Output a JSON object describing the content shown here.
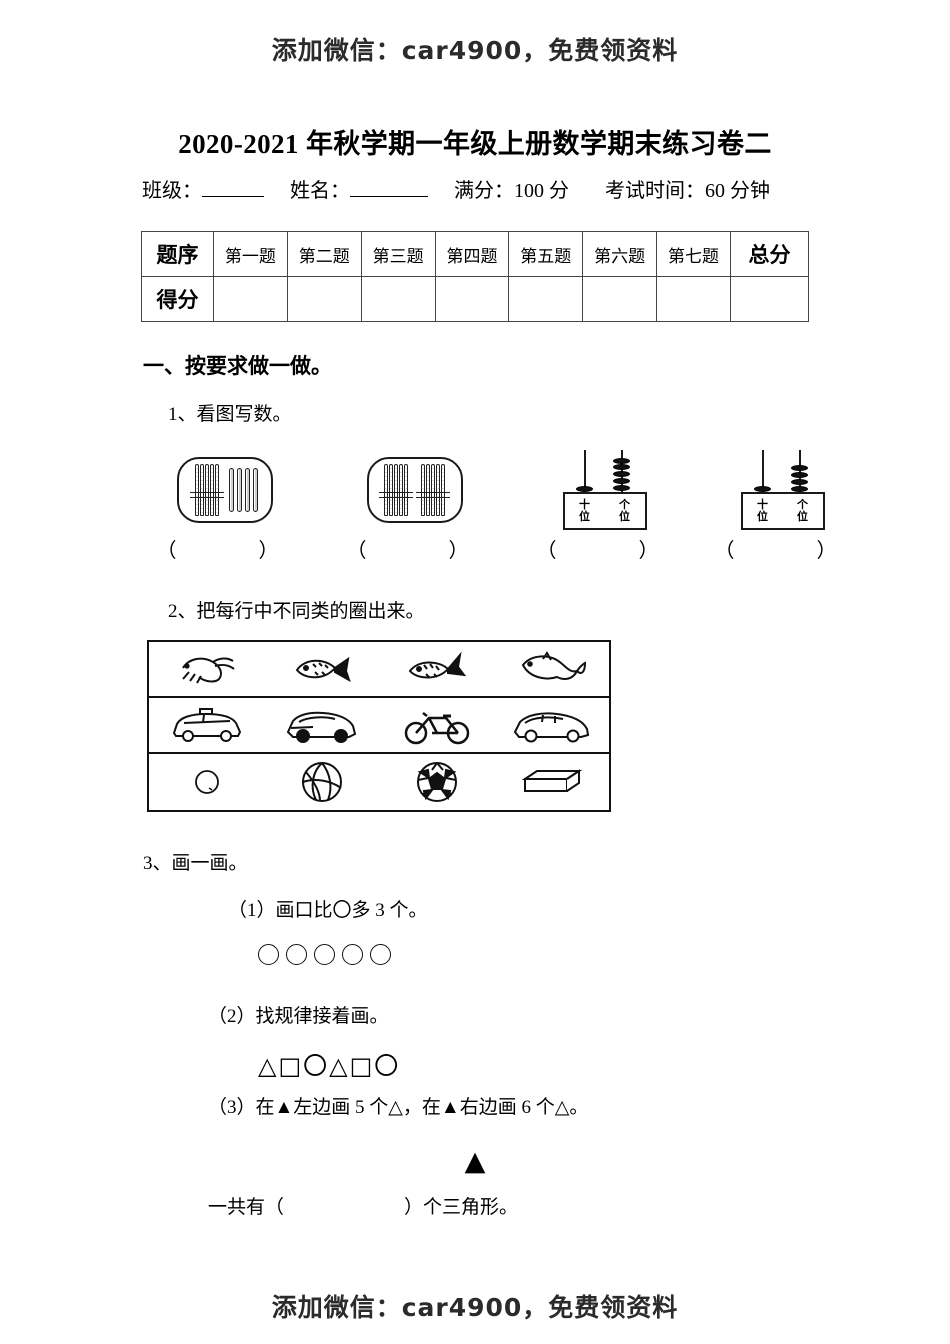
{
  "watermark": {
    "text": "添加微信：car4900，免费领资料"
  },
  "header": {
    "title": "2020-2021 年秋学期一年级上册数学期末练习卷二",
    "info": {
      "class_label": "班级：",
      "name_label": "姓名：",
      "full_score_label": "满分：100 分",
      "exam_time_label": "考试时间：60 分钟"
    }
  },
  "score_table": {
    "row_labels": [
      "题序",
      "得分"
    ],
    "columns": [
      "第一题",
      "第二题",
      "第三题",
      "第四题",
      "第五题",
      "第六题",
      "第七题"
    ],
    "total_label": "总分",
    "scores": [
      "",
      "",
      "",
      "",
      "",
      "",
      "",
      ""
    ]
  },
  "section_one": {
    "heading": "一、按要求做一做。",
    "q1": {
      "prompt": "1、看图写数。",
      "items": [
        {
          "kind": "sticks",
          "bundles": 1,
          "loose": 4,
          "answer_blank": "（　　）"
        },
        {
          "kind": "sticks",
          "bundles": 2,
          "loose": 0,
          "answer_blank": "（　　）"
        },
        {
          "kind": "abacus",
          "tens_beads": 1,
          "ones_beads": 5,
          "tens_label": "十位",
          "ones_label": "个位",
          "answer_blank": "（　　）"
        },
        {
          "kind": "abacus",
          "tens_beads": 1,
          "ones_beads": 4,
          "tens_label": "十位",
          "ones_label": "个位",
          "answer_blank": "（　　）"
        }
      ]
    },
    "q2": {
      "prompt": "2、把每行中不同类的圈出来。",
      "rows": [
        {
          "items": [
            "shrimp",
            "fish",
            "fish",
            "dolphin"
          ]
        },
        {
          "items": [
            "car",
            "car",
            "bicycle",
            "car"
          ]
        },
        {
          "items": [
            "small-ball",
            "volleyball",
            "soccer-ball",
            "cuboid-box"
          ]
        }
      ]
    },
    "q3": {
      "prompt": "3、画一画。",
      "sub1": {
        "text": "（1）画口比〇多 3 个。",
        "given_shapes": [
          "circle",
          "circle",
          "circle",
          "circle",
          "circle"
        ]
      },
      "sub2": {
        "text": "（2）找规律接着画。",
        "pattern": "△□〇△□〇"
      },
      "sub3": {
        "text": "（3）在▲左边画 5 个△，在▲右边画 6 个△。",
        "center_shape": "▲",
        "total_question_prefix": "一共有（",
        "total_question_suffix": "）个三角形。"
      }
    }
  }
}
